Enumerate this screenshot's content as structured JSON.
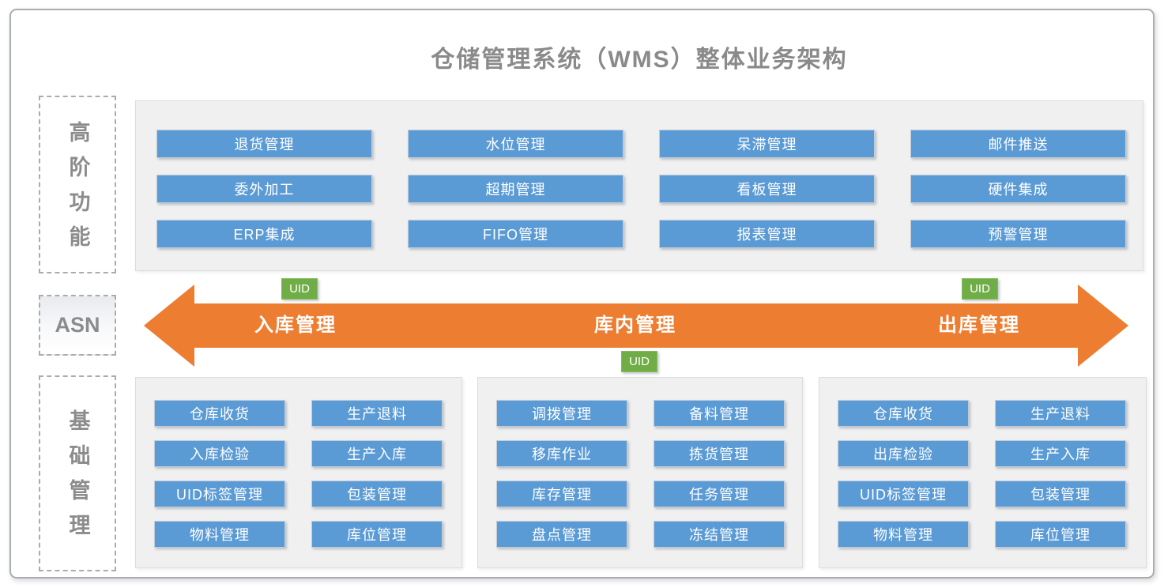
{
  "title": "仓储管理系统（WMS）整体业务架构",
  "side_labels": {
    "advanced": "高阶功能",
    "asn": "ASN",
    "base": "基础管理"
  },
  "advanced_functions": {
    "items": [
      "退货管理",
      "水位管理",
      "呆滞管理",
      "邮件推送",
      "委外加工",
      "超期管理",
      "看板管理",
      "硬件集成",
      "ERP集成",
      "FIFO管理",
      "报表管理",
      "预警管理"
    ]
  },
  "process_arrow": {
    "segments": [
      "入库管理",
      "库内管理",
      "出库管理"
    ],
    "badges": [
      "UID",
      "UID",
      "UID"
    ]
  },
  "base_management": {
    "panels": [
      {
        "items": [
          "仓库收货",
          "生产退料",
          "入库检验",
          "生产入库",
          "UID标签管理",
          "包装管理",
          "物料管理",
          "库位管理"
        ]
      },
      {
        "items": [
          "调拨管理",
          "备料管理",
          "移库作业",
          "拣货管理",
          "库存管理",
          "任务管理",
          "盘点管理",
          "冻结管理"
        ]
      },
      {
        "items": [
          "仓库收货",
          "生产退料",
          "出库检验",
          "生产入库",
          "UID标签管理",
          "包装管理",
          "物料管理",
          "库位管理"
        ]
      }
    ]
  },
  "colors": {
    "module_blue": "#5B9BD5",
    "arrow_orange": "#ED7D31",
    "uid_green": "#70AD47",
    "panel_gray": "#F0F0F1",
    "label_gray": "#8A8A8A"
  }
}
